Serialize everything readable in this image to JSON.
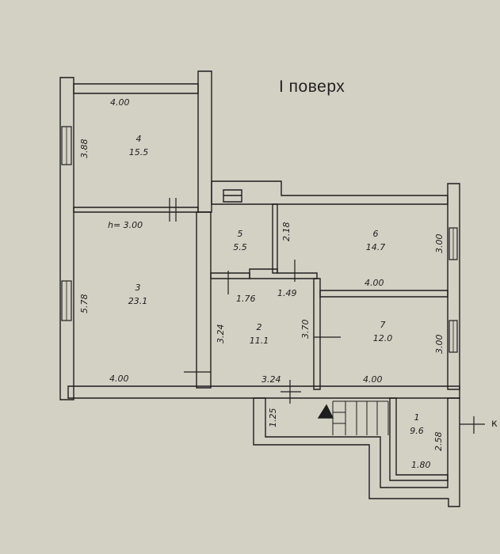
{
  "title": "I поверх",
  "rooms": [
    {
      "number": "4",
      "area": "15.5"
    },
    {
      "number": "3",
      "area": "23.1"
    },
    {
      "number": "5",
      "area": "5.5"
    },
    {
      "number": "6",
      "area": "14.7"
    },
    {
      "number": "2",
      "area": "11.1"
    },
    {
      "number": "7",
      "area": "12.0"
    },
    {
      "number": "1",
      "area": "9.6"
    }
  ],
  "dimensions": {
    "room4_width": "4.00",
    "room4_height": "3.88",
    "ceiling_height": "h= 3.00",
    "room3_height": "5.78",
    "room3_width": "4.00",
    "room5_height": "2.18",
    "room6_height": "3.00",
    "room7_width": "4.00",
    "room2_top_left": "1.76",
    "room2_top_right": "1.49",
    "room2_left_height": "3.24",
    "room2_right_height": "3.70",
    "room7_height": "3.00",
    "room2_width": "3.24",
    "room7_bottom_width": "4.00",
    "entry_height": "1.25",
    "room1_height": "2.58",
    "room1_width": "1.80"
  },
  "edge_text": "к"
}
